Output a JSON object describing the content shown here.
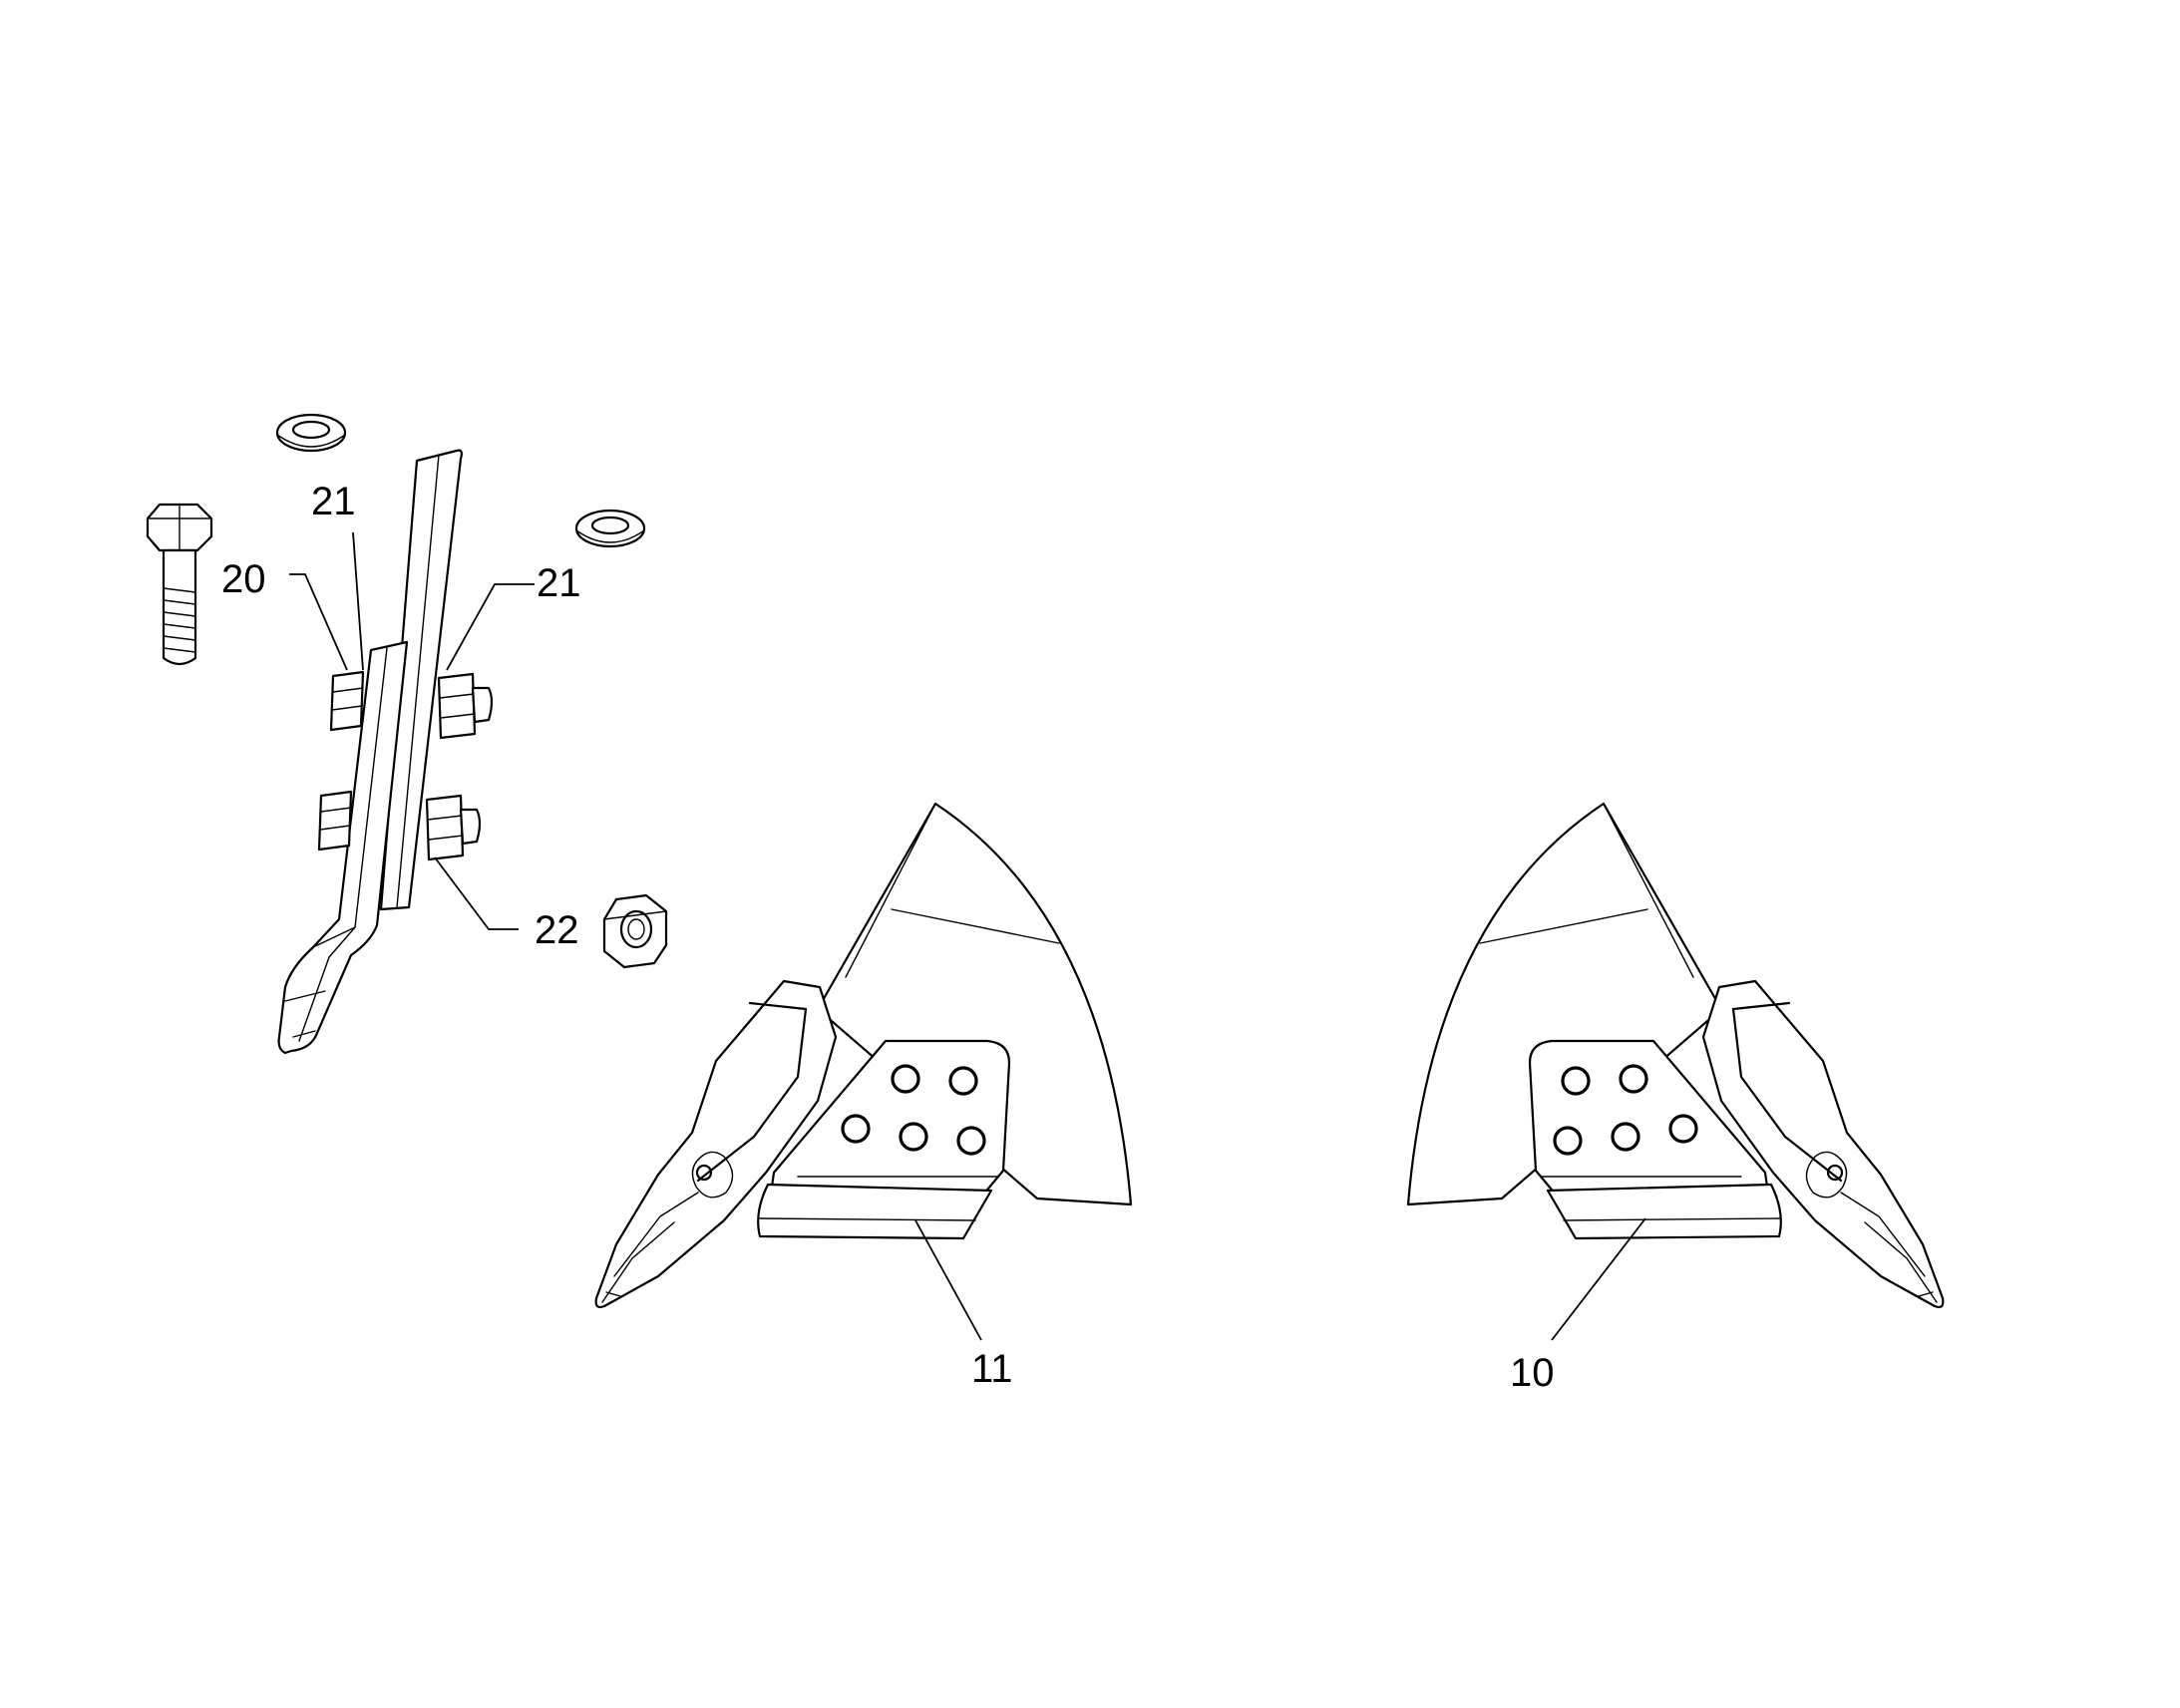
{
  "callouts": {
    "c20": "20",
    "c21_washer_left": "21",
    "c21_washer_right": "21",
    "c22": "22",
    "c11": "11",
    "c10": "10"
  }
}
